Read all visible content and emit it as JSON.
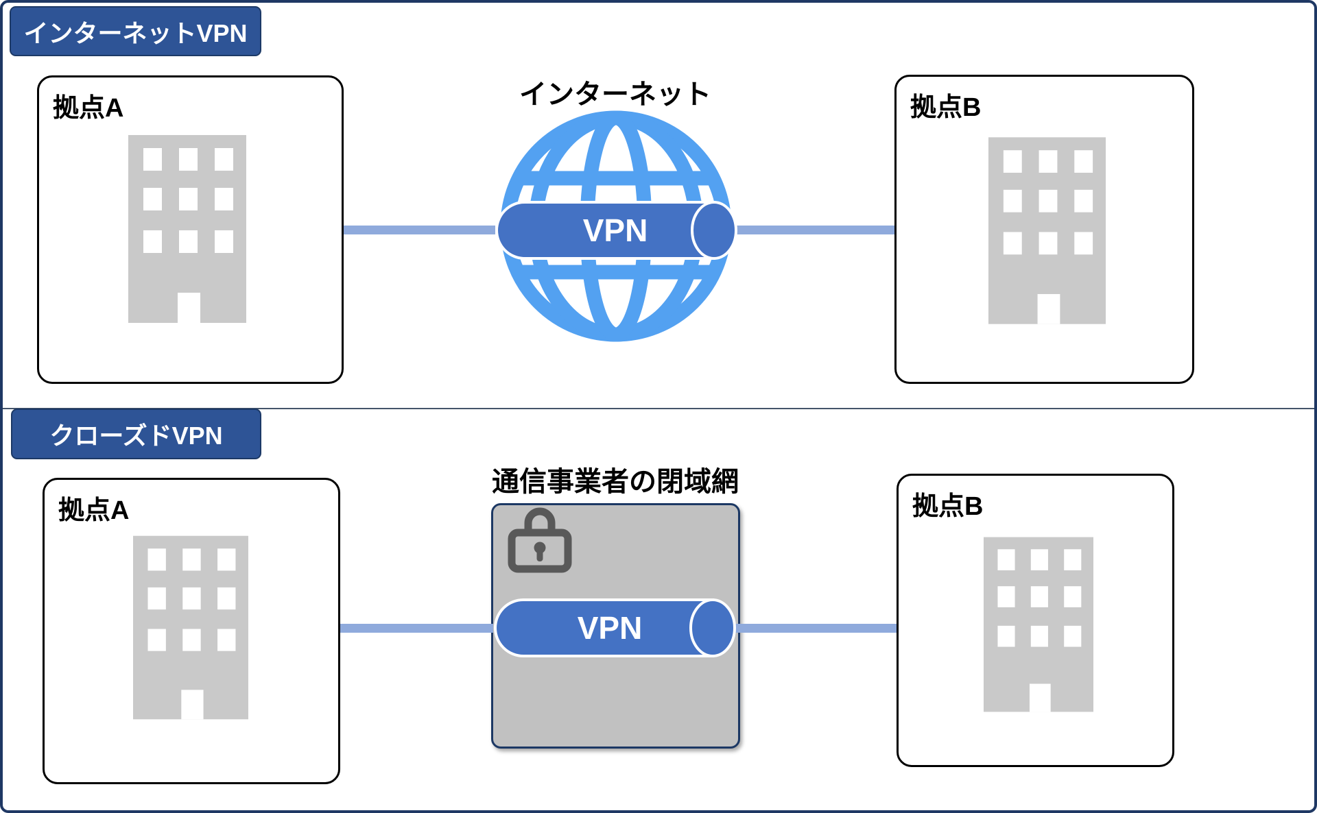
{
  "internet_vpn": {
    "title": "インターネットVPN",
    "site_a": "拠点A",
    "site_b": "拠点B",
    "network_label": "インターネット",
    "tunnel_label": "VPN"
  },
  "closed_vpn": {
    "title": "クローズドVPN",
    "site_a": "拠点A",
    "site_b": "拠点B",
    "network_label": "通信事業者の閉域網",
    "tunnel_label": "VPN"
  },
  "icons": {
    "globe": "globe-icon",
    "lock": "lock-icon",
    "building": "building-icon",
    "tunnel": "vpn-tunnel-icon"
  },
  "colors": {
    "outer_border": "#1F3864",
    "title_badge_fill": "#2E5496",
    "title_badge_border": "#1C3966",
    "tunnel_fill": "#4472C4",
    "globe_stroke": "#53A1F1",
    "connector": "#8FAADC",
    "building_fill": "#C9C9C9",
    "closed_network_fill": "#C1C1C1",
    "lock": "#595959",
    "divider": "#44546A"
  }
}
